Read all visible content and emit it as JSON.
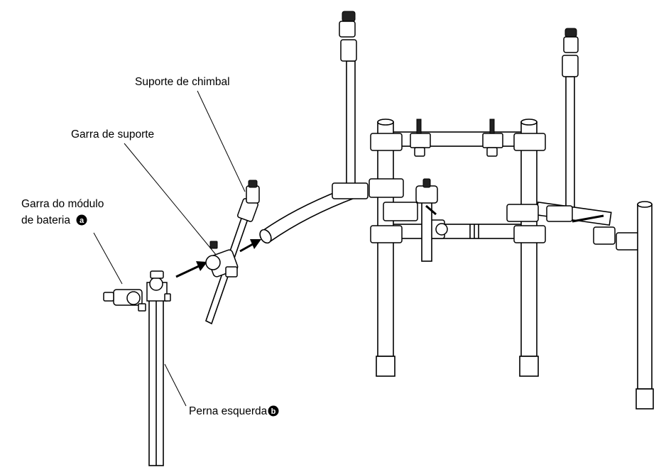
{
  "labels": {
    "hihat_holder": "Suporte de chimbal",
    "holder_clamp": "Garra de suporte",
    "module_clamp_line1": "Garra do módulo",
    "module_clamp_line2": "de bateria",
    "module_clamp_badge": "a",
    "left_leg": "Perna esquerda",
    "left_leg_badge": "b"
  }
}
